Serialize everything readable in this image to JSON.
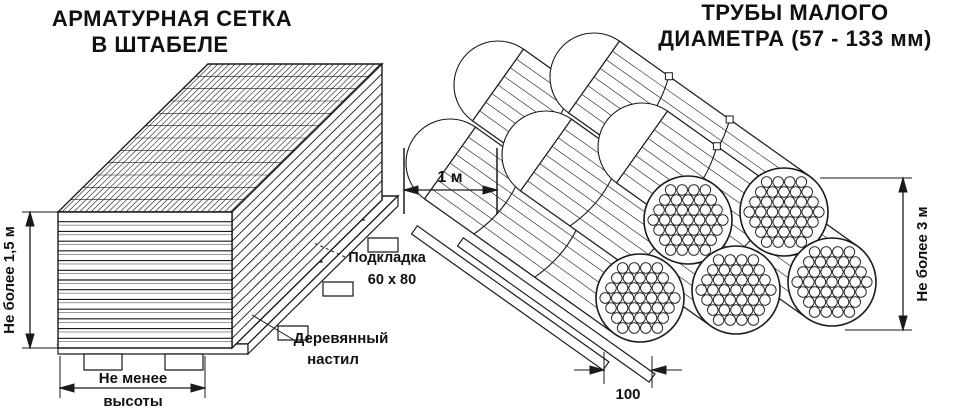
{
  "left_figure": {
    "title_line1": "АРМАТУРНАЯ СЕТКА",
    "title_line2": "В  ШТАБЕЛЕ",
    "dims": {
      "height": "Не более 1,5 м",
      "width_line1": "Не менее",
      "width_line2": "высоты"
    },
    "labels": {
      "pad_line1": "Подкладка",
      "pad_line2": "60 x 80",
      "deck_line1": "Деревянный",
      "deck_line2": "настил"
    }
  },
  "right_figure": {
    "title_line1": "ТРУБЫ  МАЛОГО",
    "title_line2": "ДИАМЕТРА (57 - 133 мм)",
    "dims": {
      "height": "Не более  3 м",
      "rail_spacing": "100"
    }
  },
  "gap_dim": "1 м",
  "colors": {
    "ink": "#1a1a1a",
    "background": "#ffffff"
  }
}
